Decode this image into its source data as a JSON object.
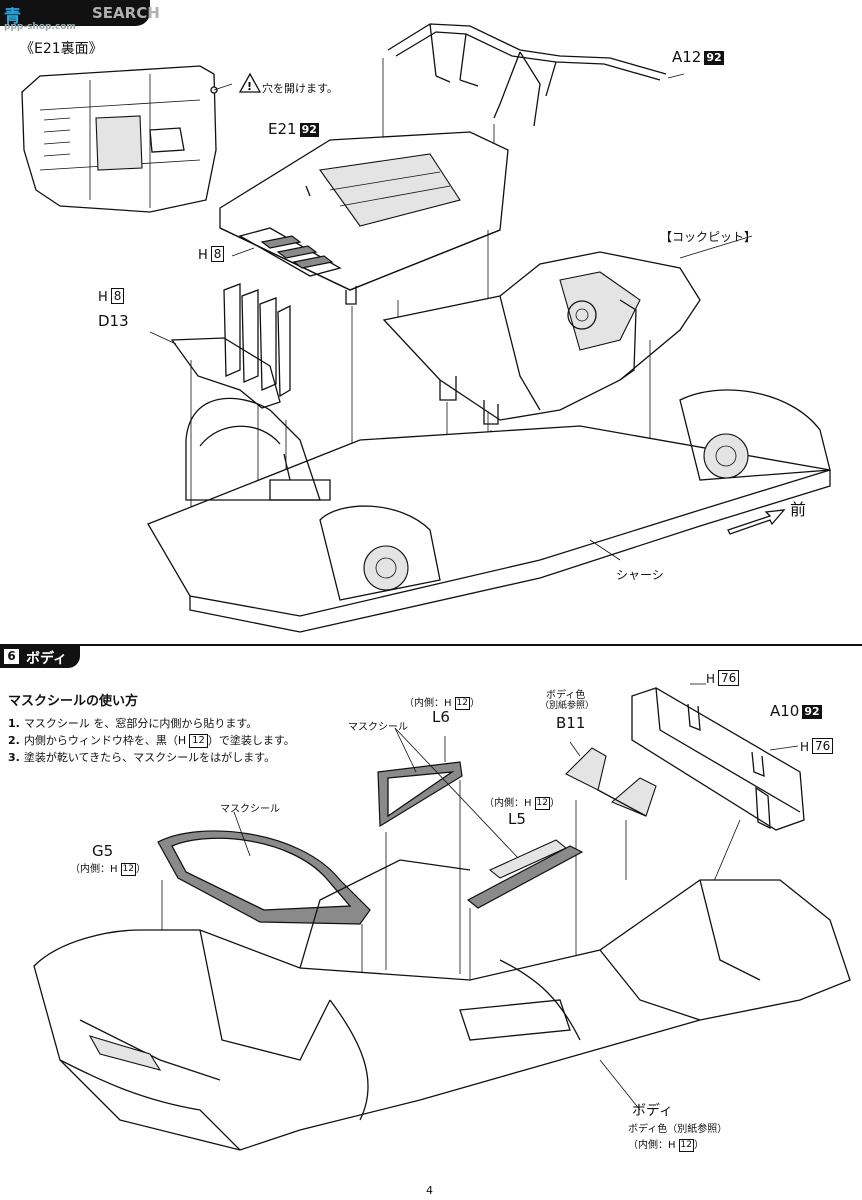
{
  "header": {
    "watermark_left": "青",
    "watermark_site": "SEARCH",
    "watermark_url": "ppp-shop.com"
  },
  "top": {
    "inset_title": "《E21裏面》",
    "caution_text": "穴を開けます。",
    "labels": {
      "a12": "A12",
      "a12_code": "92",
      "e21": "E21",
      "e21_code": "92",
      "h8_a": "H",
      "h8_a_code": "8",
      "h8_b": "H",
      "h8_b_code": "8",
      "d13": "D13",
      "cockpit": "【コックピット】",
      "front": "前",
      "chassis": "シャーシ"
    }
  },
  "section6": {
    "number": "6",
    "title": "ボディ",
    "instructions": {
      "heading": "マスクシールの使い方",
      "steps": [
        {
          "n": "1.",
          "text": "マスクシール を、窓部分に内側から貼ります。"
        },
        {
          "n": "2.",
          "text": "内側からウィンドウ枠を、黒（H",
          "code": "12",
          "tail": "）で塗装します。"
        },
        {
          "n": "3.",
          "text": "塗装が乾いてきたら、マスクシールをはがします。"
        }
      ]
    },
    "labels": {
      "h76_a": "H",
      "h76_a_code": "76",
      "h76_b": "H",
      "h76_b_code": "76",
      "a10": "A10",
      "a10_code": "92",
      "body_color": "ボディ色",
      "body_color_note": "（別紙参照）",
      "b11": "B11",
      "inside_l6": "（内側：H",
      "inside_l6_code": "12",
      "inside_l6_end": "）",
      "l6": "L6",
      "mask_seal_a": "マスクシール",
      "inside_l5": "（内側：H",
      "inside_l5_code": "12",
      "inside_l5_end": "）",
      "l5": "L5",
      "mask_seal_b": "マスクシール",
      "g5": "G5",
      "inside_g5": "（内側：H",
      "inside_g5_code": "12",
      "inside_g5_end": "）",
      "body": "ボディ",
      "body_sub": "ボディ色（別紙参照）",
      "inside_body": "（内側：H",
      "inside_body_code": "12",
      "inside_body_end": "）"
    }
  },
  "footer": {
    "page_number": "4"
  }
}
